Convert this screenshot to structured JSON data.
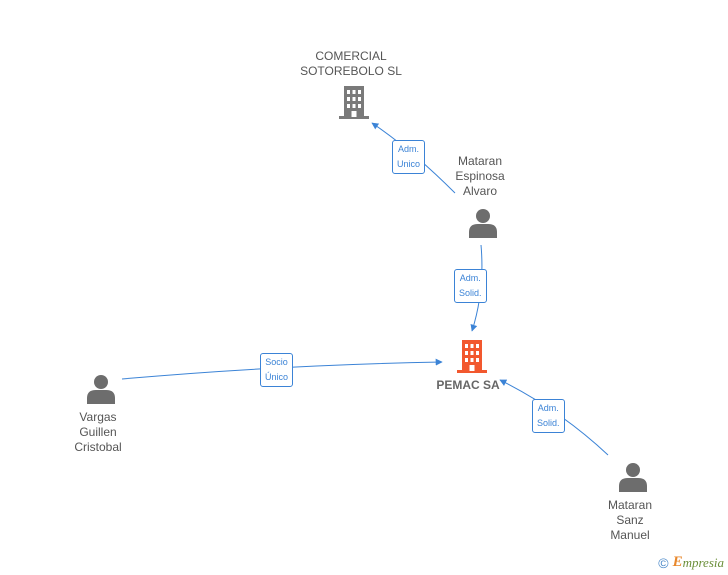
{
  "nodes": {
    "comercial": {
      "line1": "COMERCIAL",
      "line2": "SOTOREBOLO SL",
      "icon": "building-icon",
      "color": "#7a7a7a"
    },
    "pemac": {
      "name": "PEMAC SA",
      "icon": "building-icon",
      "color": "#f2582e"
    },
    "mataran_espinosa": {
      "line1": "Mataran",
      "line2": "Espinosa",
      "line3": "Alvaro",
      "icon": "person-icon"
    },
    "vargas": {
      "line1": "Vargas",
      "line2": "Guillen",
      "line3": "Cristobal",
      "icon": "person-icon"
    },
    "mataran_sanz": {
      "line1": "Mataran",
      "line2": "Sanz",
      "line3": "Manuel",
      "icon": "person-icon"
    }
  },
  "edges": {
    "e1": {
      "line1": "Adm.",
      "line2": "Unico"
    },
    "e2": {
      "line1": "Adm.",
      "line2": "Solid."
    },
    "e3": {
      "line1": "Socio",
      "line2": "Único"
    },
    "e4": {
      "line1": "Adm.",
      "line2": "Solid."
    }
  },
  "colors": {
    "edge": "#3b83d6",
    "person": "#6d6d6d"
  },
  "watermark": {
    "copyright": "©",
    "brand_first": "E",
    "brand_rest": "mpresia"
  }
}
